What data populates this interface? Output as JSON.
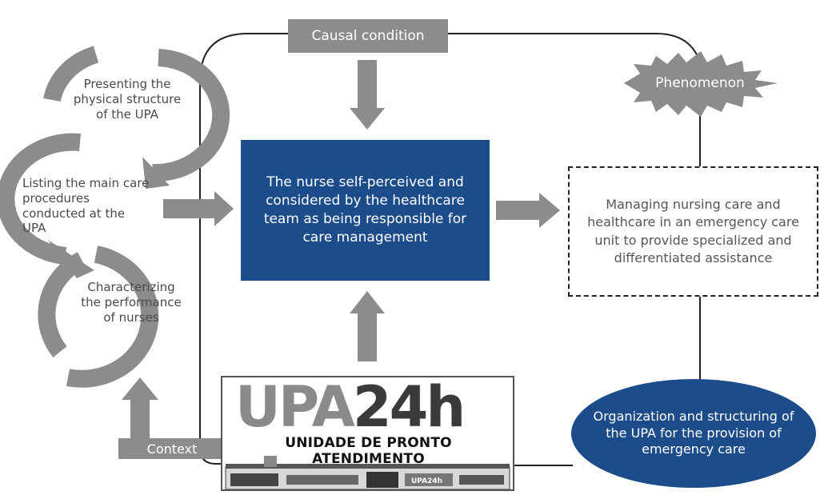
{
  "diagram": {
    "causal_condition": "Causal condition",
    "phenomenon": "Phenomenon",
    "context": "Context",
    "circles": [
      "Presenting the physical structure of the UPA",
      "Listing the main care procedures conducted at the UPA",
      "Characterizing the performance of nurses"
    ],
    "center_box": "The nurse self-perceived and considered by the healthcare team as being responsible for care management",
    "outcome_box": "Managing nursing care and healthcare in an emergency care unit to provide specialized and differentiated assistance",
    "oval": "Organization and structuring of the UPA for the provision of emergency care",
    "logo": {
      "word_upa": "UPA",
      "word_24h": "24h",
      "subtitle": "UNIDADE DE PRONTO ATENDIMENTO",
      "building_sign": "UPA24h"
    }
  },
  "colors": {
    "navy": "#1d4c8a",
    "gray_arrow": "#8c8c8c",
    "outline": "#222222"
  }
}
